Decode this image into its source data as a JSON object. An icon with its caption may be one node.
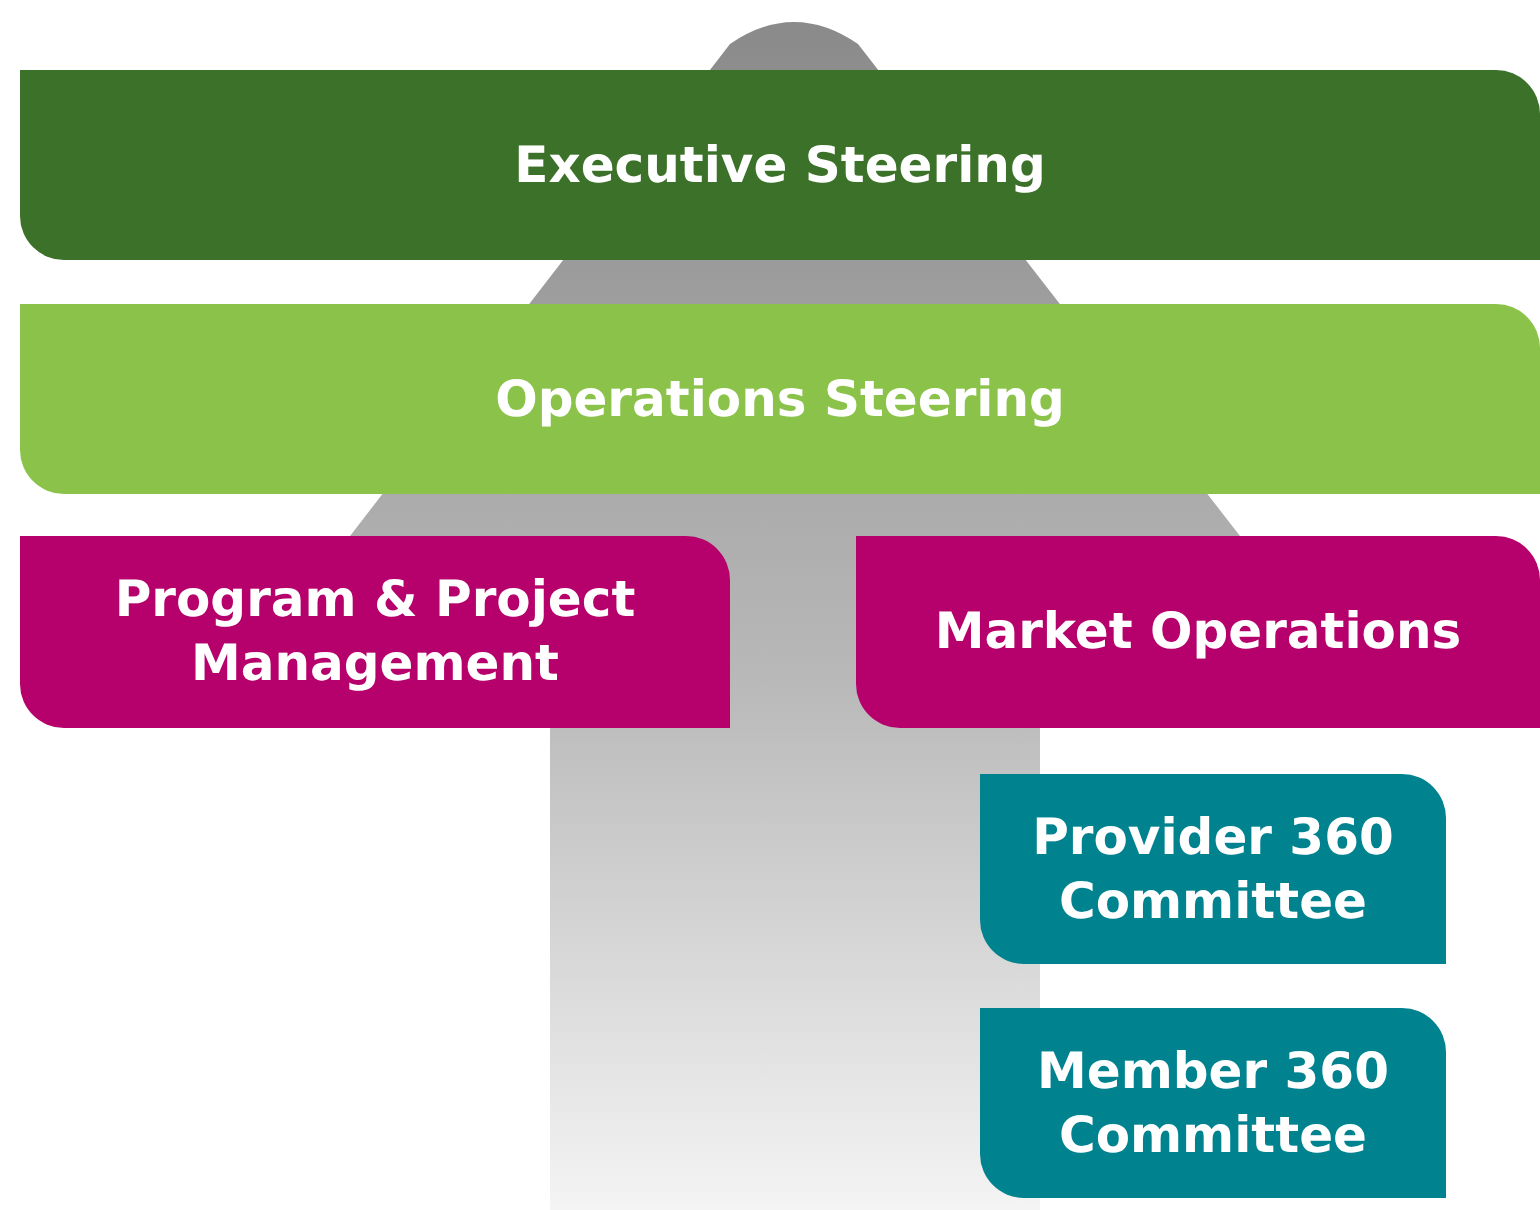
{
  "diagram": {
    "nodes": [
      {
        "text": [
          "Executive Steering"
        ]
      },
      {
        "text": [
          "Operations Steering"
        ]
      },
      {
        "text": [
          "Program & Project Management"
        ]
      },
      {
        "text": [
          "Market Operations"
        ]
      },
      {
        "text": [
          "Provider 360 Committee"
        ]
      },
      {
        "text": [
          "Member 360 Committee"
        ]
      }
    ]
  }
}
